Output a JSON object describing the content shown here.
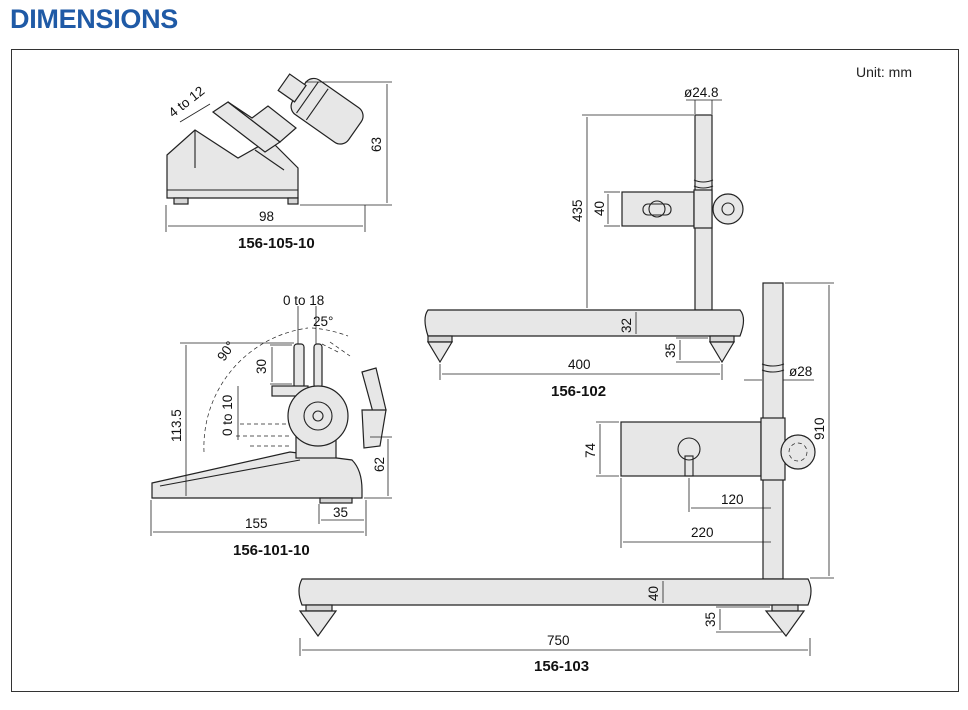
{
  "title": "DIMENSIONS",
  "unit": "Unit: mm",
  "models": {
    "m105": {
      "name": "156-105-10",
      "dims": {
        "width": "98",
        "height": "63",
        "gap": "4 to 12"
      }
    },
    "m101": {
      "name": "156-101-10",
      "dims": {
        "width": "155",
        "foot": "35",
        "height": "62",
        "span": "113.5",
        "range": "0 to 18",
        "clamp": "0 to 10",
        "arm": "30",
        "angle90": "90°",
        "angle25": "25°"
      }
    },
    "m102": {
      "name": "156-102",
      "dims": {
        "dia": "ø24.8",
        "height": "435",
        "clamp": "40",
        "base": "32",
        "foot": "35",
        "width": "400"
      }
    },
    "m103": {
      "name": "156-103",
      "dims": {
        "dia": "ø28",
        "height": "910",
        "clamp": "74",
        "reach1": "120",
        "reach2": "220",
        "base": "40",
        "foot": "35",
        "width": "750"
      }
    }
  },
  "colors": {
    "title": "#1f5aa6",
    "frame": "#333333",
    "part_fill": "#e7e7e7"
  }
}
